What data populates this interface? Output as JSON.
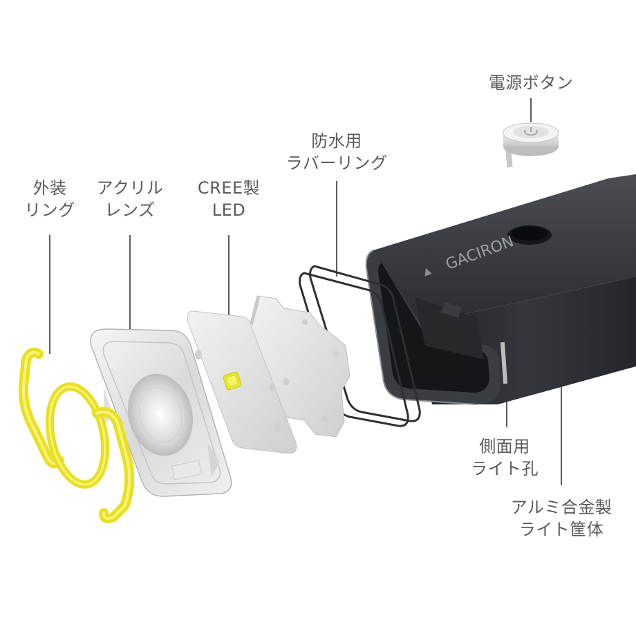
{
  "labels": {
    "power_button": {
      "line1": "電源ボタン"
    },
    "rubber_ring": {
      "line1": "防水用",
      "line2": "ラバーリング"
    },
    "outer_ring": {
      "line1": "外装",
      "line2": "リング"
    },
    "acrylic_lens": {
      "line1": "アクリル",
      "line2": "レンズ"
    },
    "cree_led": {
      "line1": "CREE製",
      "line2": "LED"
    },
    "side_light_hole": {
      "line1": "側面用",
      "line2": "ライト孔"
    },
    "housing": {
      "line1": "アルミ合金製",
      "line2": "ライト筐体"
    }
  },
  "brand": {
    "logo_text": "GACIRON"
  },
  "colors": {
    "label_text": "#5a5a5a",
    "leader_line": "#5a5a5a",
    "ring_yellow": "#e8e022",
    "housing_dark": "#2c2e32",
    "led_yellow": "#e4e62a",
    "plate_gray": "#e4e4e4"
  }
}
